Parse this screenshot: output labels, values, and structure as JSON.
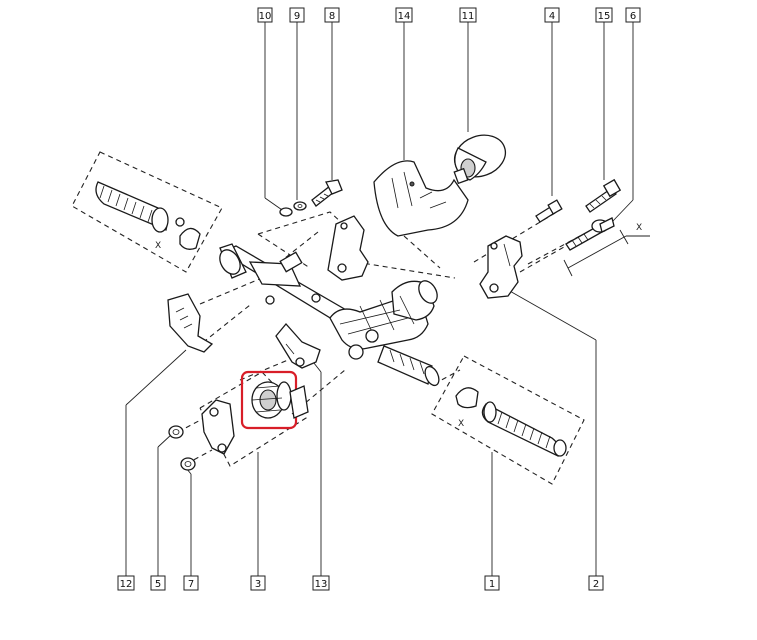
{
  "callouts": {
    "c10": "10",
    "c9": "9",
    "c8": "8",
    "c14": "14",
    "c11": "11",
    "c4": "4",
    "c15": "15",
    "c6": "6",
    "c12": "12",
    "c5": "5",
    "c7": "7",
    "c3": "3",
    "c13": "13",
    "c1": "1",
    "c2": "2"
  },
  "markers": {
    "x_top_right": "X",
    "x_left_boot": "X",
    "x_right_boot": "X"
  },
  "highlight": {
    "part": "3",
    "color": "#d81e28"
  }
}
